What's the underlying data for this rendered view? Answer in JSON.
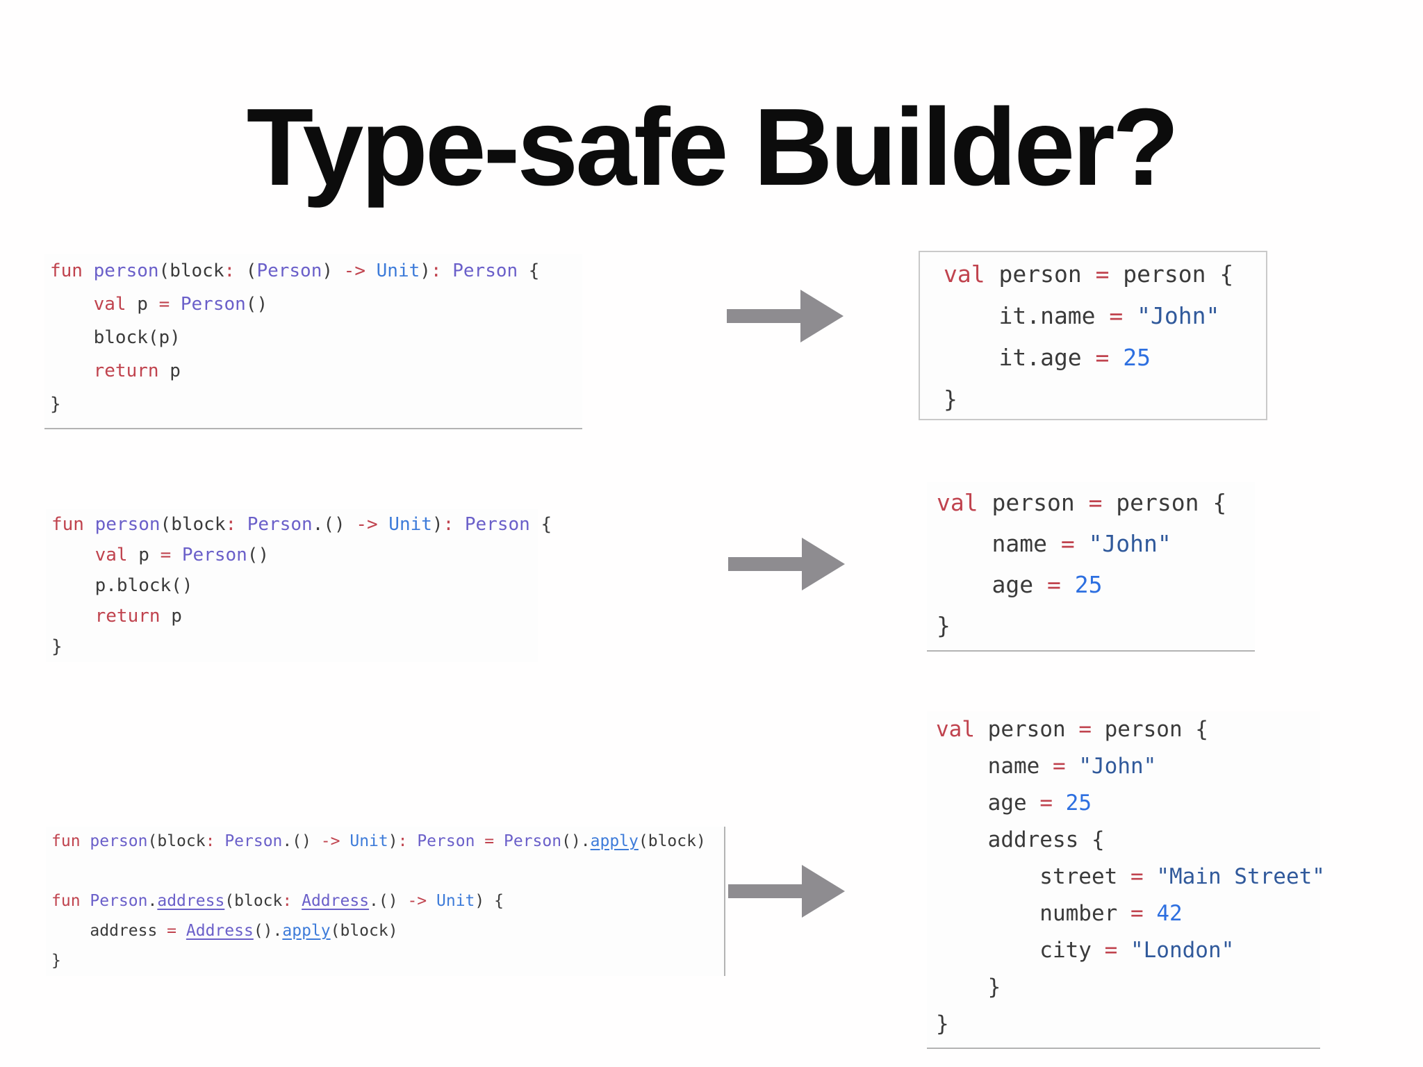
{
  "title": "Type-safe Builder?",
  "colors": {
    "arrow": "#8e8c90",
    "divider": "#b3b3b3",
    "box_border": "#c9c9c9",
    "tokens": {
      "k": "#c0434e",
      "t": "#6a5fc9",
      "b": "#3d7bd9",
      "s": "#30599b",
      "n": "#2d6fe0",
      "d": "#3a3a3a"
    }
  },
  "code_blocks": {
    "left_lambda": {
      "lines": [
        [
          [
            "k",
            "fun"
          ],
          [
            "d",
            " "
          ],
          [
            "t",
            "person"
          ],
          [
            "d",
            "(block"
          ],
          [
            "k",
            ":"
          ],
          [
            "d",
            " ("
          ],
          [
            "t",
            "Person"
          ],
          [
            "d",
            ") "
          ],
          [
            "k",
            "->"
          ],
          [
            "d",
            " "
          ],
          [
            "b",
            "Unit"
          ],
          [
            "d",
            ")"
          ],
          [
            "k",
            ":"
          ],
          [
            "d",
            " "
          ],
          [
            "t",
            "Person"
          ],
          [
            "d",
            " {"
          ]
        ],
        [
          [
            "d",
            "    "
          ],
          [
            "k",
            "val"
          ],
          [
            "d",
            " p "
          ],
          [
            "k",
            "="
          ],
          [
            "d",
            " "
          ],
          [
            "t",
            "Person"
          ],
          [
            "d",
            "()"
          ]
        ],
        [
          [
            "d",
            "    block(p)"
          ]
        ],
        [
          [
            "d",
            "    "
          ],
          [
            "k",
            "return"
          ],
          [
            "d",
            " p"
          ]
        ],
        [
          [
            "d",
            "}"
          ]
        ]
      ]
    },
    "left_receiver": {
      "lines": [
        [
          [
            "k",
            "fun"
          ],
          [
            "d",
            " "
          ],
          [
            "t",
            "person"
          ],
          [
            "d",
            "(block"
          ],
          [
            "k",
            ":"
          ],
          [
            "d",
            " "
          ],
          [
            "t",
            "Person"
          ],
          [
            "d",
            ".() "
          ],
          [
            "k",
            "->"
          ],
          [
            "d",
            " "
          ],
          [
            "b",
            "Unit"
          ],
          [
            "d",
            ")"
          ],
          [
            "k",
            ":"
          ],
          [
            "d",
            " "
          ],
          [
            "t",
            "Person"
          ],
          [
            "d",
            " {"
          ]
        ],
        [
          [
            "d",
            "    "
          ],
          [
            "k",
            "val"
          ],
          [
            "d",
            " p "
          ],
          [
            "k",
            "="
          ],
          [
            "d",
            " "
          ],
          [
            "t",
            "Person"
          ],
          [
            "d",
            "()"
          ]
        ],
        [
          [
            "d",
            "    p.block()"
          ]
        ],
        [
          [
            "d",
            "    "
          ],
          [
            "k",
            "return"
          ],
          [
            "d",
            " p"
          ]
        ],
        [
          [
            "d",
            "}"
          ]
        ]
      ]
    },
    "left_apply": {
      "lines": [
        [
          [
            "k",
            "fun"
          ],
          [
            "d",
            " "
          ],
          [
            "t",
            "person"
          ],
          [
            "d",
            "(block"
          ],
          [
            "k",
            ":"
          ],
          [
            "d",
            " "
          ],
          [
            "t",
            "Person"
          ],
          [
            "d",
            ".() "
          ],
          [
            "k",
            "->"
          ],
          [
            "d",
            " "
          ],
          [
            "b",
            "Unit"
          ],
          [
            "d",
            ")"
          ],
          [
            "k",
            ":"
          ],
          [
            "d",
            " "
          ],
          [
            "t",
            "Person"
          ],
          [
            "d",
            " "
          ],
          [
            "k",
            "="
          ],
          [
            "d",
            " "
          ],
          [
            "t",
            "Person"
          ],
          [
            "d",
            "()."
          ],
          [
            "bu",
            "apply"
          ],
          [
            "d",
            "(block)"
          ]
        ],
        [],
        [
          [
            "k",
            "fun"
          ],
          [
            "d",
            " "
          ],
          [
            "t",
            "Person"
          ],
          [
            "d",
            "."
          ],
          [
            "tu",
            "address"
          ],
          [
            "d",
            "(block"
          ],
          [
            "k",
            ":"
          ],
          [
            "d",
            " "
          ],
          [
            "tu",
            "Address"
          ],
          [
            "d",
            ".() "
          ],
          [
            "k",
            "->"
          ],
          [
            "d",
            " "
          ],
          [
            "b",
            "Unit"
          ],
          [
            "d",
            ") {"
          ]
        ],
        [
          [
            "d",
            "    address "
          ],
          [
            "k",
            "="
          ],
          [
            "d",
            " "
          ],
          [
            "tu",
            "Address"
          ],
          [
            "d",
            "()."
          ],
          [
            "bu",
            "apply"
          ],
          [
            "d",
            "(block)"
          ]
        ],
        [
          [
            "d",
            "}"
          ]
        ]
      ]
    },
    "right_it": {
      "lines": [
        [
          [
            "k",
            "val"
          ],
          [
            "d",
            " person "
          ],
          [
            "k",
            "="
          ],
          [
            "d",
            " person {"
          ]
        ],
        [
          [
            "d",
            "    it.name "
          ],
          [
            "k",
            "="
          ],
          [
            "d",
            " "
          ],
          [
            "s",
            "\"John\""
          ]
        ],
        [
          [
            "d",
            "    it.age "
          ],
          [
            "k",
            "="
          ],
          [
            "d",
            " "
          ],
          [
            "n",
            "25"
          ]
        ],
        [
          [
            "d",
            "}"
          ]
        ]
      ]
    },
    "right_receiver": {
      "lines": [
        [
          [
            "k",
            "val"
          ],
          [
            "d",
            " person "
          ],
          [
            "k",
            "="
          ],
          [
            "d",
            " person {"
          ]
        ],
        [
          [
            "d",
            "    name "
          ],
          [
            "k",
            "="
          ],
          [
            "d",
            " "
          ],
          [
            "s",
            "\"John\""
          ]
        ],
        [
          [
            "d",
            "    age "
          ],
          [
            "k",
            "="
          ],
          [
            "d",
            " "
          ],
          [
            "n",
            "25"
          ]
        ],
        [
          [
            "d",
            "}"
          ]
        ]
      ]
    },
    "right_nested": {
      "lines": [
        [
          [
            "k",
            "val"
          ],
          [
            "d",
            " person "
          ],
          [
            "k",
            "="
          ],
          [
            "d",
            " person {"
          ]
        ],
        [
          [
            "d",
            "    name "
          ],
          [
            "k",
            "="
          ],
          [
            "d",
            " "
          ],
          [
            "s",
            "\"John\""
          ]
        ],
        [
          [
            "d",
            "    age "
          ],
          [
            "k",
            "="
          ],
          [
            "d",
            " "
          ],
          [
            "n",
            "25"
          ]
        ],
        [
          [
            "d",
            "    address {"
          ]
        ],
        [
          [
            "d",
            "        street "
          ],
          [
            "k",
            "="
          ],
          [
            "d",
            " "
          ],
          [
            "s",
            "\"Main Street\""
          ]
        ],
        [
          [
            "d",
            "        number "
          ],
          [
            "k",
            "="
          ],
          [
            "d",
            " "
          ],
          [
            "n",
            "42"
          ]
        ],
        [
          [
            "d",
            "        city "
          ],
          [
            "k",
            "="
          ],
          [
            "d",
            " "
          ],
          [
            "s",
            "\"London\""
          ]
        ],
        [
          [
            "d",
            "    }"
          ]
        ],
        [
          [
            "d",
            "}"
          ]
        ]
      ]
    }
  }
}
